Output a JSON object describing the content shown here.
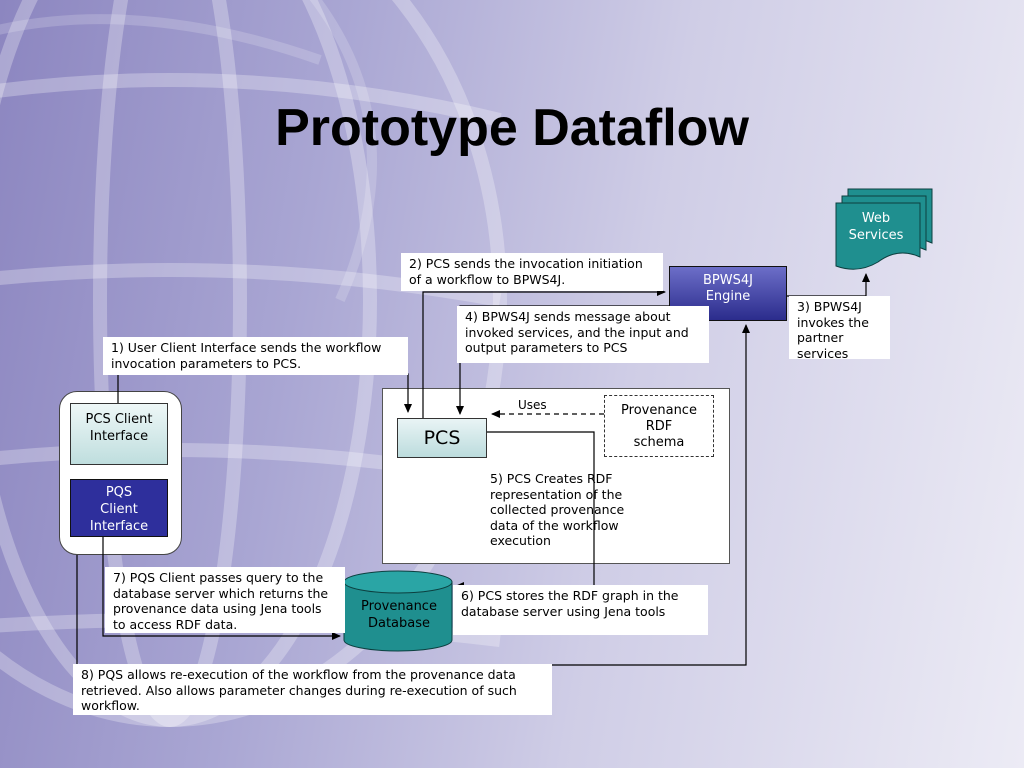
{
  "title": "Prototype Dataflow",
  "boxes": {
    "pcs_client": "PCS Client\nInterface",
    "pqs_client": "PQS\nClient\nInterface",
    "pcs": "PCS",
    "bpws4j": "BPWS4J\nEngine",
    "web_services": "Web\nServices",
    "provenance_schema": "Provenance\nRDF\nschema",
    "provenance_database": "Provenance\nDatabase"
  },
  "uses_label": "Uses",
  "notes": {
    "step1": "1) User Client Interface sends the workflow\ninvocation parameters to PCS.",
    "step2": "2) PCS sends the invocation initiation\nof a workflow to BPWS4J.",
    "step3": "3) BPWS4J\ninvokes the\npartner\nservices",
    "step4": "4) BPWS4J sends message about\ninvoked services, and the input and\noutput parameters to PCS",
    "step5": "5) PCS Creates RDF\nrepresentation of the\ncollected provenance\ndata of the workflow\nexecution",
    "step6": "6) PCS stores the RDF graph in the\ndatabase server using Jena tools",
    "step7": "7) PQS Client passes query to the\ndatabase server which returns the\nprovenance data using Jena tools\nto access RDF data.",
    "step8": "8) PQS allows re-execution of the workflow from the provenance data\nretrieved. Also allows parameter changes during re-execution of such\nworkflow."
  },
  "colors": {
    "bpws4j_fill": "#2b2c8c",
    "pqs_fill": "#2e2f9c",
    "teal": "#1f8f8f"
  }
}
